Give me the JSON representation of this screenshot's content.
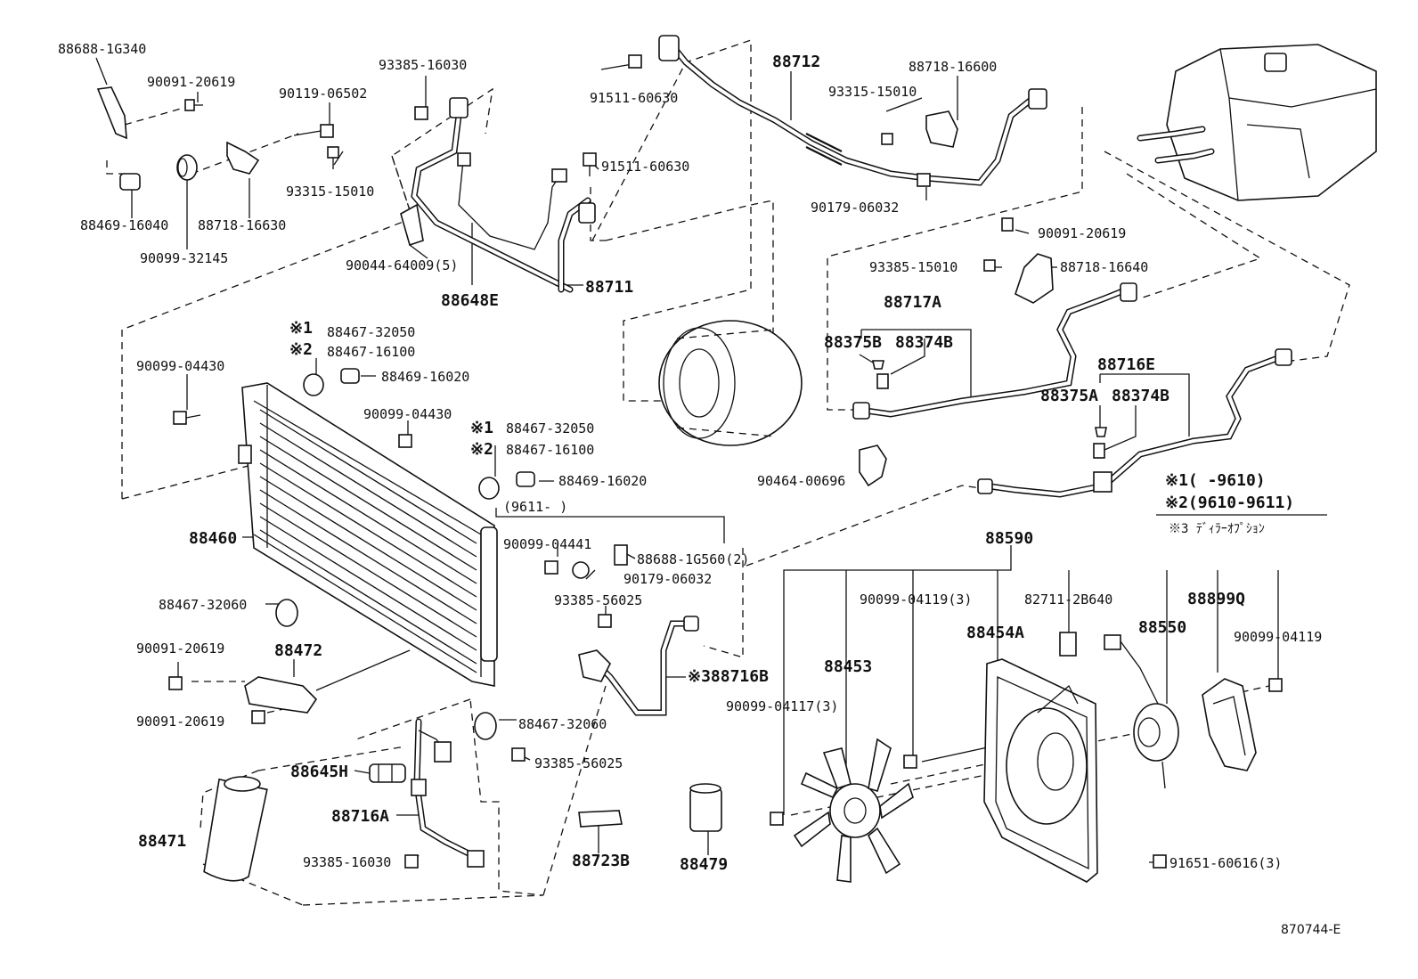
{
  "labels": {
    "p88688_1G340": "88688-1G340",
    "p90091_20619_a": "90091-20619",
    "p90119_06502": "90119-06502",
    "p93315_15010_a": "93315-15010",
    "p88469_16040": "88469-16040",
    "p88718_16630": "88718-16630",
    "p90099_32145": "90099-32145",
    "p93385_16030_a": "93385-16030",
    "p91511_60630_a": "91511-60630",
    "p91511_60630_b": "91511-60630",
    "p90044_64009": "90044-64009(5)",
    "p88648E": "88648E",
    "p88711": "88711",
    "p88712": "88712",
    "p88718_16600": "88718-16600",
    "p93315_15010_b": "93315-15010",
    "p90179_06032_a": "90179-06032",
    "p90091_20619_b": "90091-20619",
    "p93385_15010": "93385-15010",
    "p88718_16640": "88718-16640",
    "p88717A": "88717A",
    "p88375B": "88375B",
    "p88374B_a": "88374B",
    "p88716E": "88716E",
    "p88375A": "88375A",
    "p88374B_b": "88374B",
    "mark1_a": "※1",
    "p88467_32050_a": "88467-32050",
    "mark2_a": "※2",
    "p88467_16100_a": "88467-16100",
    "p90099_04430_a": "90099-04430",
    "p88469_16020_a": "88469-16020",
    "p90099_04430_b": "90099-04430",
    "mark1_b": "※1",
    "p88467_32050_b": "88467-32050",
    "mark2_b": "※2",
    "p88467_16100_b": "88467-16100",
    "p88469_16020_b": "88469-16020",
    "p90464_00696": "90464-00696",
    "legend1": "※1(     -9610)",
    "legend2": "※2(9610-9611)",
    "legend3": "※3  ﾃﾞｨﾗｰｵﾌﾟｼｮﾝ",
    "p9611": "(9611-     )",
    "p88460": "88460",
    "p90099_04441": "90099-04441",
    "p88688_1G560": "88688-1G560(2)",
    "p90179_06032_b": "90179-06032",
    "p93385_56025_a": "93385-56025",
    "p88467_32060_a": "88467-32060",
    "p90091_20619_c": "90091-20619",
    "p88472": "88472",
    "p90091_20619_d": "90091-20619",
    "p88716B": "※388716B",
    "p88467_32060_b": "88467-32060",
    "p93385_56025_b": "93385-56025",
    "p88645H": "88645H",
    "p88716A": "88716A",
    "p88471": "88471",
    "p93385_16030_b": "93385-16030",
    "p88723B": "88723B",
    "p88479": "88479",
    "p88590": "88590",
    "p90099_04119_3": "90099-04119(3)",
    "p82711_2B640": "82711-2B640",
    "p88899Q": "88899Q",
    "p88454A": "88454A",
    "p88550": "88550",
    "p90099_04119": "90099-04119",
    "p88453": "88453",
    "p90099_04117": "90099-04117(3)",
    "p91651_60616": "91651-60616(3)",
    "diagram_id": "870744-E"
  }
}
